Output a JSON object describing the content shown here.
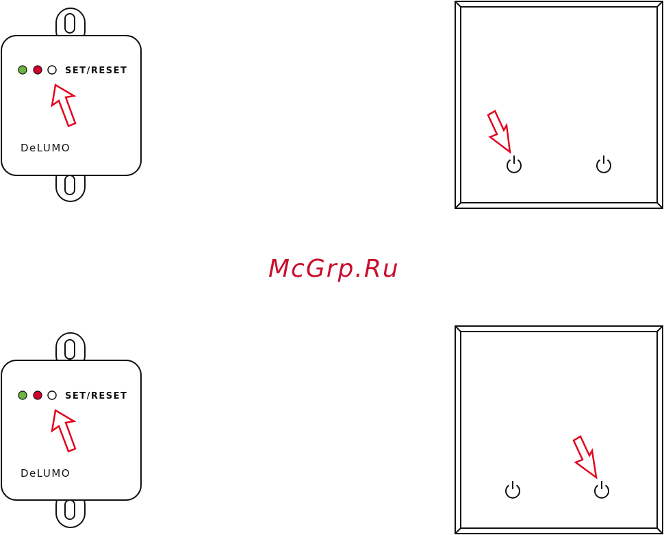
{
  "modules": [
    {
      "set_reset_label": "SET/RESET",
      "brand": "DeLUMO",
      "led_colors": [
        "#6db33f",
        "#d5002b",
        "#ffffff"
      ]
    },
    {
      "set_reset_label": "SET/RESET",
      "brand": "DeLUMO",
      "led_colors": [
        "#6db33f",
        "#d5002b",
        "#ffffff"
      ]
    }
  ],
  "watermark": "McGrp.Ru",
  "colors": {
    "arrow": "#e1061e",
    "watermark": "#c8102e",
    "outline": "#111111"
  }
}
